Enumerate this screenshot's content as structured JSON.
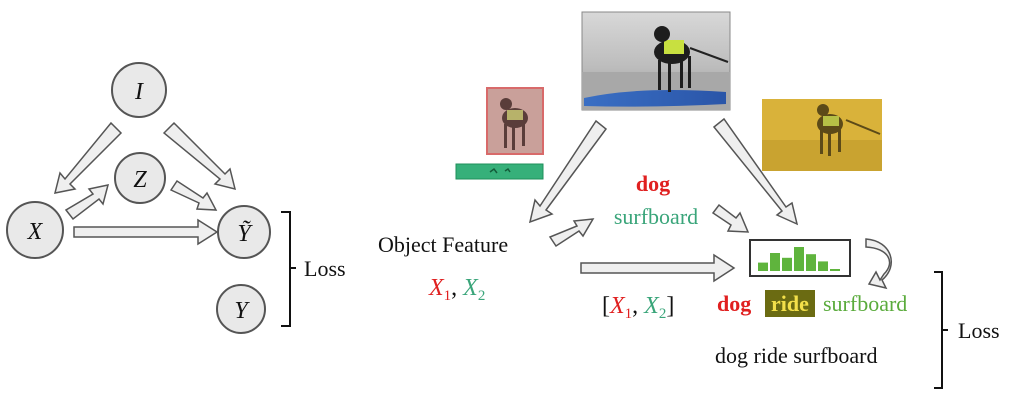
{
  "causal_graph": {
    "nodes": {
      "I": "I",
      "Z": "Z",
      "X": "X",
      "Y_tilde": "Ỹ",
      "Y": "Y"
    },
    "loss_label": "Loss"
  },
  "pipeline": {
    "object_feature_label": "Object Feature",
    "x1": "X",
    "x2": "X",
    "sub1": "1",
    "sub2": "2",
    "comma": ", ",
    "bracket_open": "[",
    "bracket_close": "]",
    "detected_word_1": "dog",
    "detected_word_2": "surfboard",
    "prediction": {
      "subject": "dog",
      "relation": "ride",
      "object": "surfboard"
    },
    "ground_truth": "dog ride surfboard",
    "loss_label": "Loss"
  },
  "histogram": {
    "values": [
      0.35,
      0.75,
      0.55,
      1.0,
      0.7,
      0.4,
      0.08
    ]
  },
  "colors": {
    "x1_red": "#e02020",
    "x2_green": "#3aa57a",
    "highlight_olive": "#6b6b12",
    "bar_green": "#5fb43d",
    "arrow_fill": "#efefef",
    "node_fill": "#e9e9e9"
  },
  "images": {
    "main": "dog-surfing-photo",
    "crop_dog": "dog-crop-red-tint",
    "crop_surfboard": "surfboard-crop-green-tint",
    "crop_yellow": "dog-surfing-yellow-tint"
  }
}
